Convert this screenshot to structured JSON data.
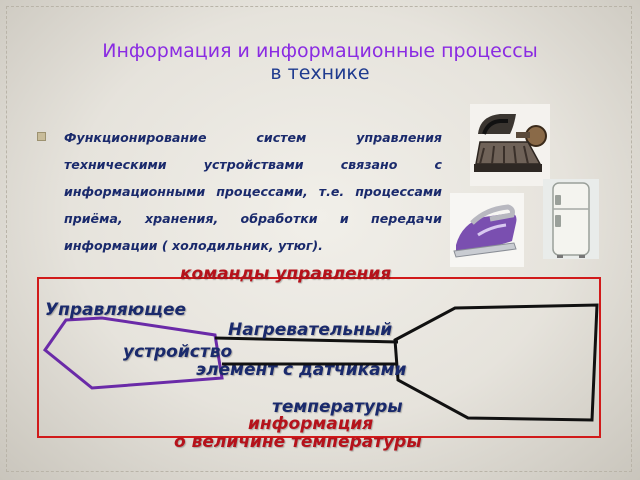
{
  "slide": {
    "title_line1": "Информация и информационные процессы",
    "title_line2": "в технике",
    "paragraph": "Функционирование систем управления техническими устройствами связано с информационными процессами, т.е. процессами приёма, хранения, обработки и передачи информации ( холодильник, утюг)."
  },
  "diagram": {
    "commands_label": "команды управления",
    "controller_line1": "Управляющее",
    "controller_line2": "устройство",
    "heater_line1": "Нагревательный",
    "heater_line2": "элемент с датчиками",
    "heater_line3": "температуры",
    "info_line1": "информация",
    "info_line2": "о величине температуры"
  },
  "icons": [
    "old-iron-icon",
    "steam-iron-icon",
    "refrigerator-icon"
  ],
  "colors": {
    "title_accent": "#8a2be2",
    "title_secondary": "#1f3b8f",
    "body_text": "#1a2a6c",
    "red_accent": "#d11a1a",
    "purple_outline": "#6a2aa8"
  }
}
